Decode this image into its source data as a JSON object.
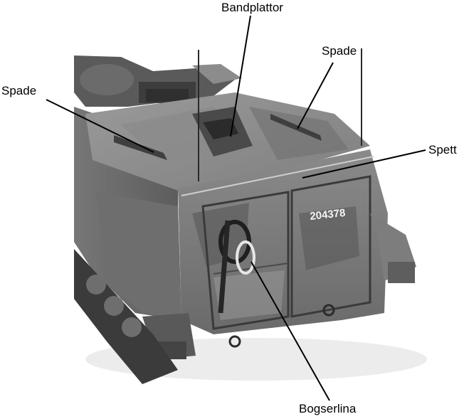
{
  "labels": {
    "bandplattor": "Bandplattor",
    "spade_left": "Spade",
    "spade_right": "Spade",
    "spett": "Spett",
    "bogserlina": "Bogserlina"
  },
  "vehicle": {
    "serial_number": "204378"
  },
  "colors": {
    "background": "#ffffff",
    "label_text": "#000000",
    "leader_line": "#000000"
  }
}
